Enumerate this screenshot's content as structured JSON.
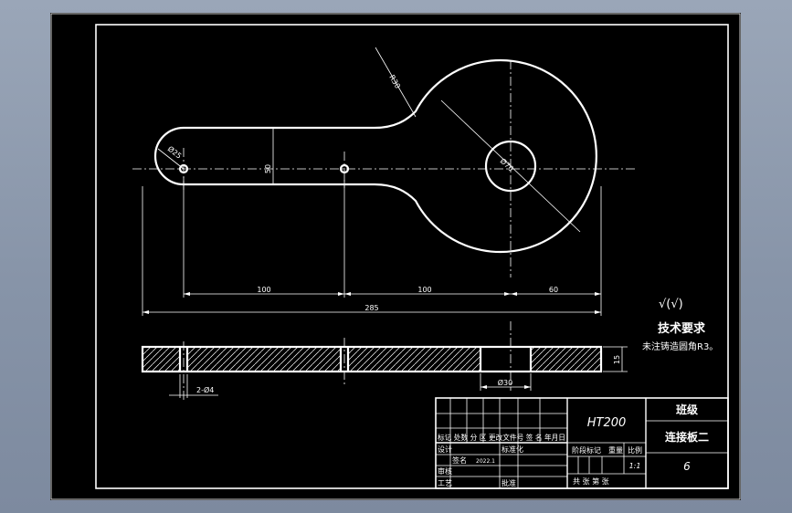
{
  "drawing": {
    "dim_r30": "R30",
    "dim_d25": "Ø25",
    "dim_50": "50",
    "dim_d70": "Ø70",
    "dim_100a": "100",
    "dim_100b": "100",
    "dim_60": "60",
    "dim_285": "285",
    "dim_d30": "Ø30",
    "dim_15": "15",
    "dim_2d4": "2-Ø4"
  },
  "notes": {
    "surface_symbol": "√(√)",
    "tech_title": "技术要求",
    "tech_text": "未注铸造圆角R3。"
  },
  "title_block": {
    "material": "HT200",
    "class_label": "班级",
    "part_name": "连接板二",
    "code_value": "6",
    "scale_value": "1:1",
    "header_row": "标记 处数 分 区 更改文件号 签 名 年月日",
    "row_design": "设计",
    "row_sign": "签名",
    "row_date": "2022.1",
    "row_std": "标准化",
    "row_check": "审核",
    "row_craft": "工艺",
    "row_approve": "批准",
    "stage_label": "阶段标记",
    "weight_label": "重量",
    "scale_label": "比例",
    "sheets_label": "共  张  第  张"
  }
}
